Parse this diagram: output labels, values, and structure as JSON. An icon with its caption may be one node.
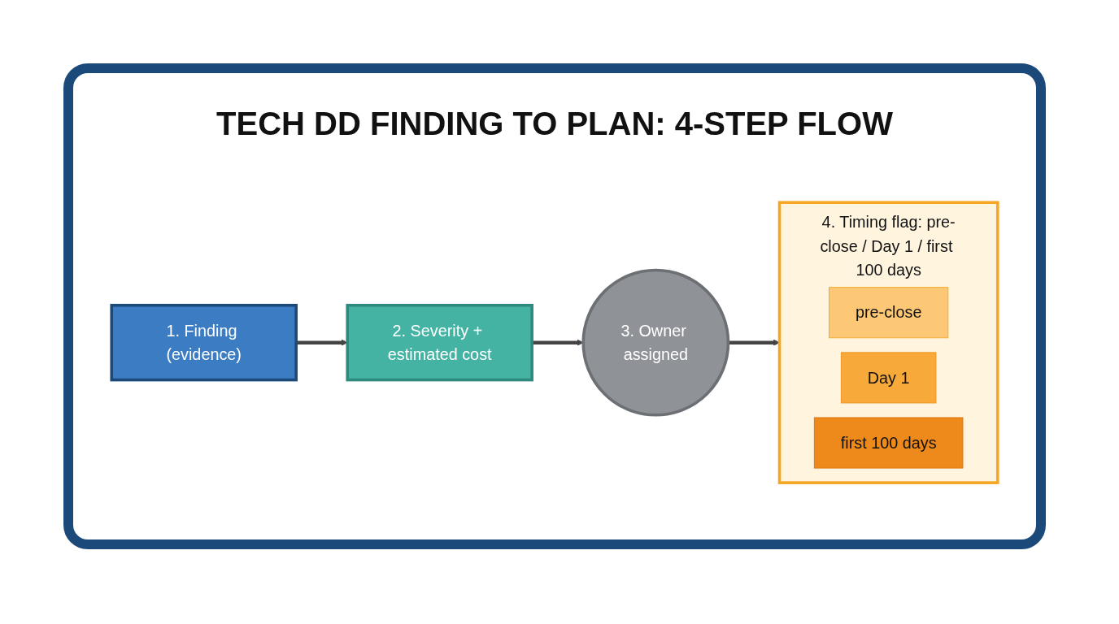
{
  "diagram": {
    "title": "TECH DD FINDING TO PLAN: 4-STEP FLOW",
    "nodes": [
      {
        "text": [
          "1. Finding (evidence)"
        ]
      },
      {
        "text": [
          "2. Severity + estimated cost"
        ]
      },
      {
        "text": [
          "3. Owner assigned"
        ]
      },
      {
        "text": [
          "4. Timing flag: pre-close / Day 1 / first 100 days"
        ]
      },
      {
        "text": [
          "pre-close"
        ],
        "in": 3
      },
      {
        "text": [
          "Day 1"
        ],
        "in": 3
      },
      {
        "text": [
          "first 100 days"
        ],
        "in": 3
      }
    ],
    "edges": [
      {
        "from": 0,
        "to": 1,
        "arrow": "to"
      },
      {
        "from": 1,
        "to": 2,
        "arrow": "to"
      },
      {
        "from": 2,
        "to": 3,
        "arrow": "to"
      }
    ]
  }
}
